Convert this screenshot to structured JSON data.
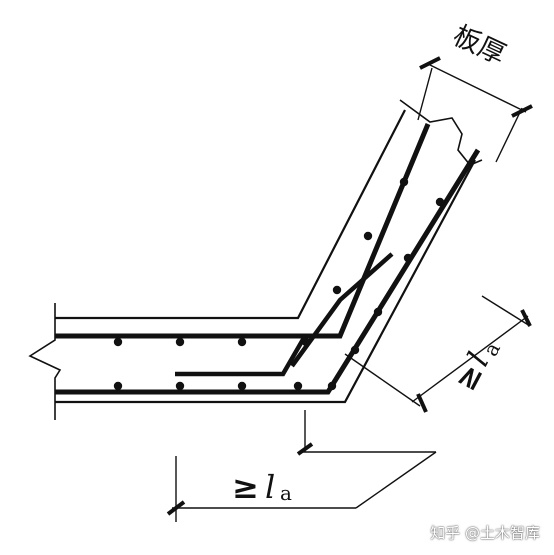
{
  "labels": {
    "thickness": "板厚",
    "ge": "≥",
    "l": "l",
    "a": "a"
  },
  "watermark": "知乎 @土木智库",
  "colors": {
    "line": "#111111",
    "background": "#ffffff"
  }
}
